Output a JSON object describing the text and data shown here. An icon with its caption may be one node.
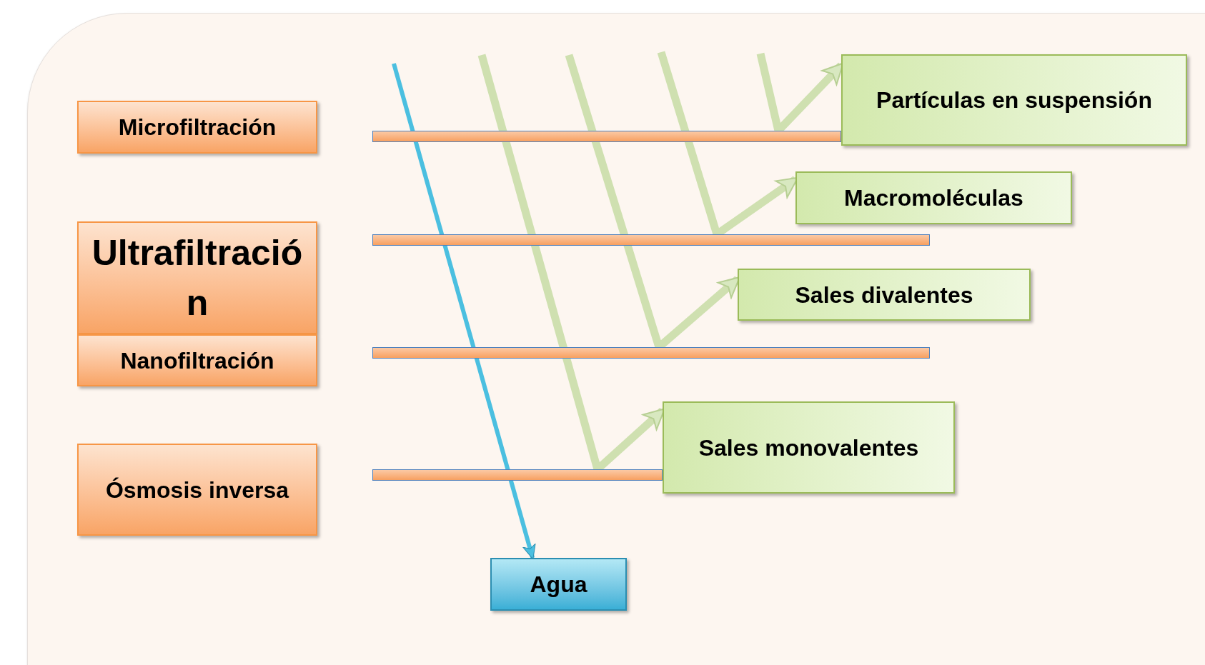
{
  "diagram": {
    "nodes": [
      {
        "text": [
          "Microfiltración"
        ]
      },
      {
        "text": [
          "Ultrafiltración"
        ]
      },
      {
        "text": [
          "Nanofiltración"
        ]
      },
      {
        "text": [
          "Ósmosis inversa"
        ]
      },
      {
        "text": [
          "Partículas en suspensión"
        ]
      },
      {
        "text": [
          "Macromoléculas"
        ]
      },
      {
        "text": [
          "Sales divalentes"
        ]
      },
      {
        "text": [
          "Sales monovalentes"
        ]
      },
      {
        "text": [
          "Agua"
        ]
      },
      {
        "text": [],
        "shape": "bar"
      },
      {
        "text": [],
        "shape": "bar"
      },
      {
        "text": [],
        "shape": "bar"
      },
      {
        "text": [],
        "shape": "bar"
      }
    ],
    "edges": [
      {
        "from": null,
        "to": 8,
        "arrow": "to",
        "color": "#4bbfe0"
      },
      {
        "from": null,
        "to": 4,
        "arrow": "to"
      },
      {
        "from": null,
        "to": 5,
        "arrow": "to"
      },
      {
        "from": null,
        "to": 6,
        "arrow": "to"
      },
      {
        "from": null,
        "to": 7,
        "arrow": "to"
      }
    ]
  }
}
